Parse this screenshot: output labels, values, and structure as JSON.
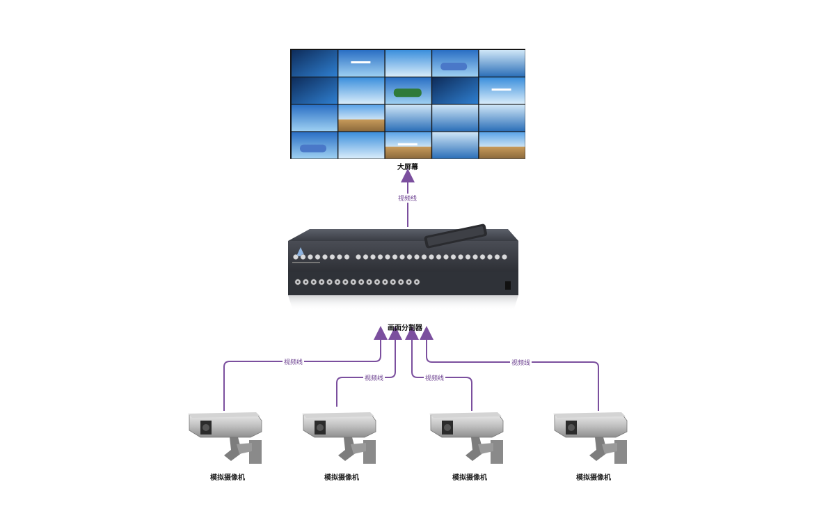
{
  "labels": {
    "video_wall": "大屏幕",
    "splitter": "画面分割器",
    "cable_top": "视频线",
    "cable_1": "视频线",
    "cable_2": "视频线",
    "cable_3": "视频线",
    "cable_4": "视频线",
    "camera_1": "模拟摄像机",
    "camera_2": "模拟摄像机",
    "camera_3": "模拟摄像机",
    "camera_4": "模拟摄像机"
  },
  "colors": {
    "cable": "#7b4f9e",
    "device_body": "#3a3d44",
    "wall_bezel": "#1a1a1a"
  },
  "icons": {
    "video_wall": "video-wall-icon",
    "splitter": "multiplexer-device-icon",
    "remote": "remote-control-icon",
    "camera": "cctv-camera-icon"
  }
}
